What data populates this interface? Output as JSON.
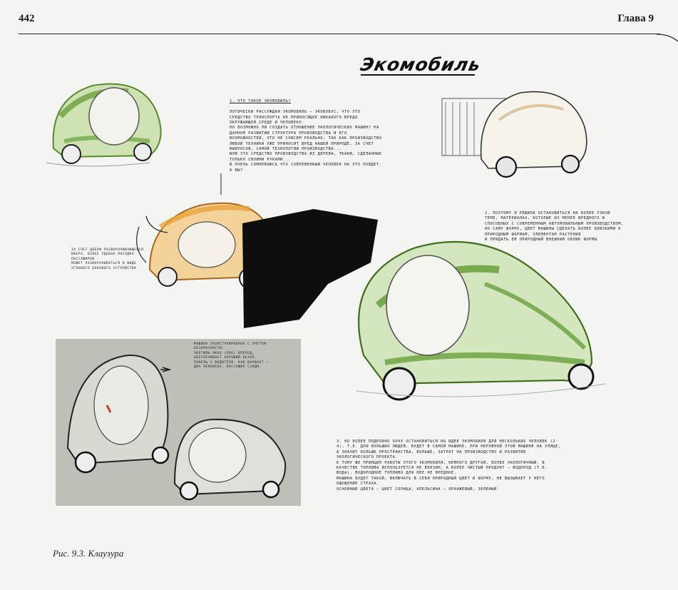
{
  "header": {
    "page_number": "442",
    "chapter": "Глава 9"
  },
  "plate": {
    "title": "Экомобиль",
    "note_1_lead": "1. Что такое экомобиль?",
    "note_1_body": "Логически рассуждая экомобиль – экобобус, что это средство транспорта не приносящее никакого вреда окружающей среде и человеку.\nНо возможно ли создать отношение экологических машин? На данном развитии структура производства и его возможностей, это не совсем реально, так как производство любой техники уже приносит вред нашей природе, за счет выбросов, самой технологии производства...\nили это средство производства из дерева, ткани, сделанные только своими руками...\nВ очень сомневаюсь что современный человек на это пойдет. А вы?",
    "note_2": "2. Поэтому я решила остановиться на более узкой теме, материалах, которые из менее вредного и способных с современным автомобильным производством.\nНо саму форму, цвет машины сделать более близкими к природным формам, элементам растения\nи придать ей природный внешний облик формы",
    "note_left_small": "За счет двери разворачивающейся вверх, более удобна посадка пассажиров.\nМожет разворачиваться в виде углового бокового устройства",
    "note_gray_panel": "Машина сконструирована с учетом безопасности.\nЭкотипы окно (лоб) вперед, обеспечивает хороший обзор, панель у водителя. Как вариант – два человека, пассажир сзади.",
    "note_3": "3. Но более подробно хочу остановиться на идее экомобиля для нескольких человек (2-4), т.е. для больших людей. Будет в самой машине, при неровной этой машине на улице, а значит больше пространства, больше, затрат на производство и развитие экологического проекта.\nК тому же принцип работы этого экомобиля, немного другой, более экологичный. В качестве топлива используется не бензин, а более чистый продукт – водород (т.е. вода). Водородное топливо для нее не вредное.\nМашина будет такой, включать в себя природный цвет и форму, не вызывает у него ощущение страха.\nОсновные цвета – цвет солнца, апельсина – оранжевый, зеленый."
  },
  "caption": "Рис. 9.3. Клаузура",
  "colors": {
    "car_green": "#6aa23a",
    "car_orange": "#e8a23a",
    "panel_gray": "#bfbfb8",
    "ink": "#1a1a1a"
  }
}
